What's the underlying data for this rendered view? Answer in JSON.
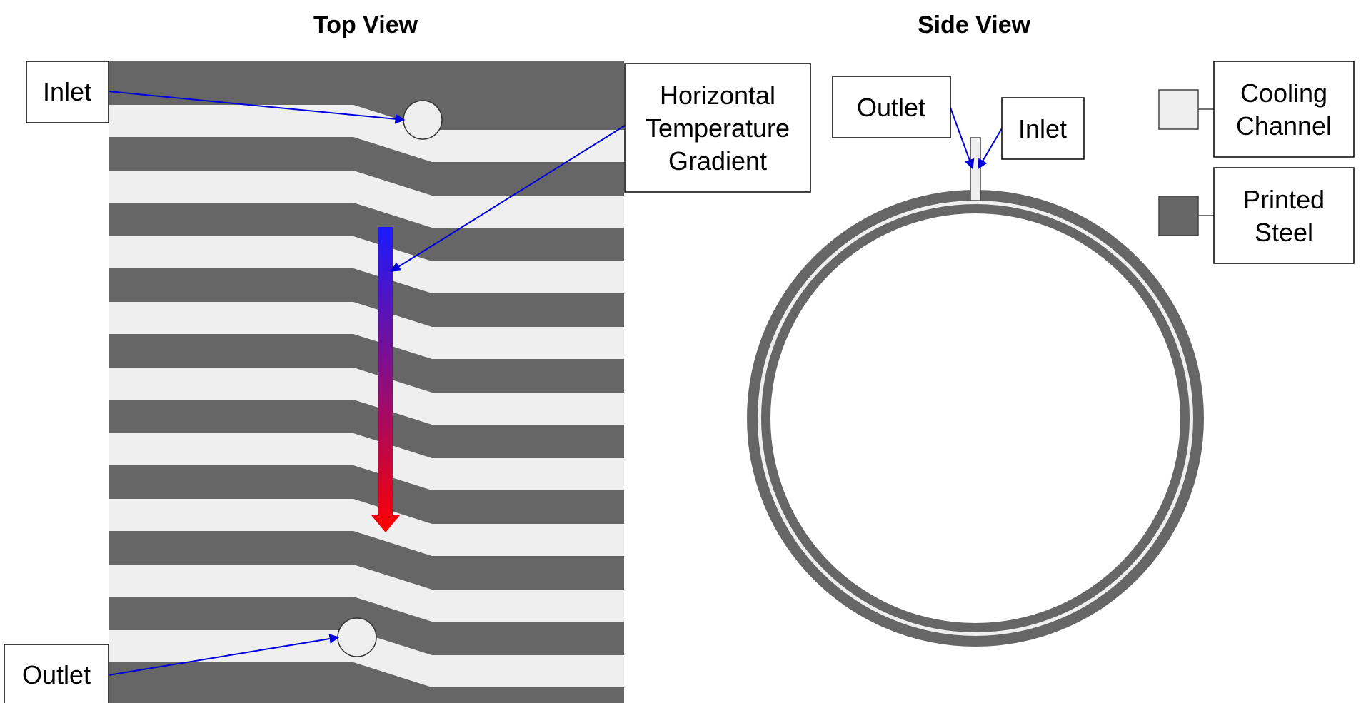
{
  "titles": {
    "top_view": "Top View",
    "side_view": "Side View"
  },
  "top_view": {
    "inlet_label": "Inlet",
    "outlet_label": "Outlet",
    "gradient_label": [
      "Horizontal",
      "Temperature",
      "Gradient"
    ]
  },
  "side_view": {
    "outlet_label": "Outlet",
    "inlet_label": "Inlet"
  },
  "legend": {
    "cooling_channel": [
      "Cooling",
      "Channel"
    ],
    "printed_steel": [
      "Printed",
      "Steel"
    ]
  },
  "colors": {
    "channel": "#efefef",
    "steel": "#666666",
    "arrow": "#0000dd",
    "gradient_start": "#1a1aff",
    "gradient_end": "#ff0000"
  }
}
